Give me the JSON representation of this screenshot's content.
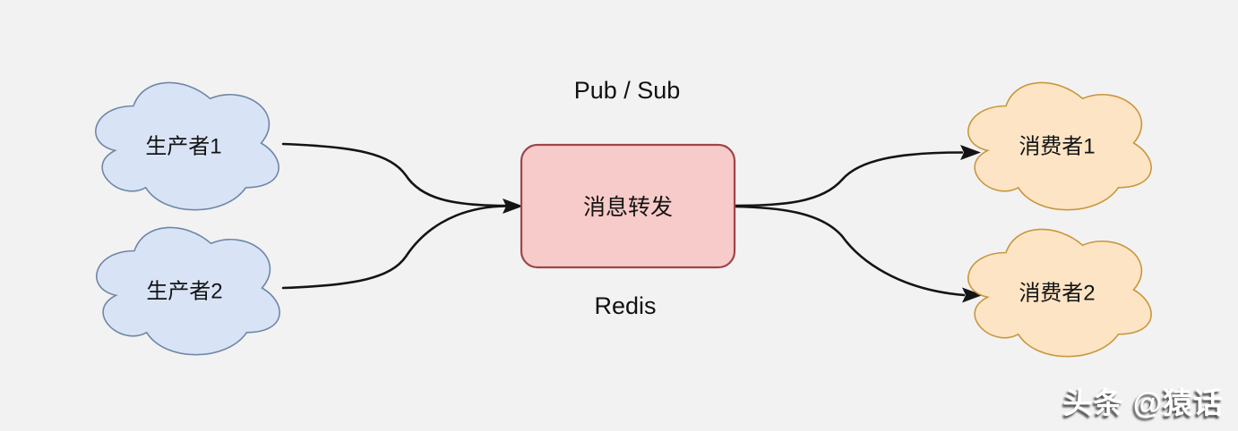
{
  "diagram": {
    "top_label": "Pub / Sub",
    "bottom_label": "Redis",
    "nodes": {
      "producer1": "生产者1",
      "producer2": "生产者2",
      "broker": "消息转发",
      "consumer1": "消费者1",
      "consumer2": "消费者2"
    },
    "colors": {
      "background": "#f2f2f3",
      "producer_fill": "#d8e4f6",
      "producer_stroke": "#6f87a6",
      "broker_fill": "#f7cbc9",
      "broker_stroke": "#a04448",
      "consumer_fill": "#fce4c4",
      "consumer_stroke": "#c9973c",
      "arrow": "#141414",
      "text": "#141414"
    }
  },
  "watermark": {
    "text": "头条 @猿话",
    "color": "#ffffff"
  }
}
